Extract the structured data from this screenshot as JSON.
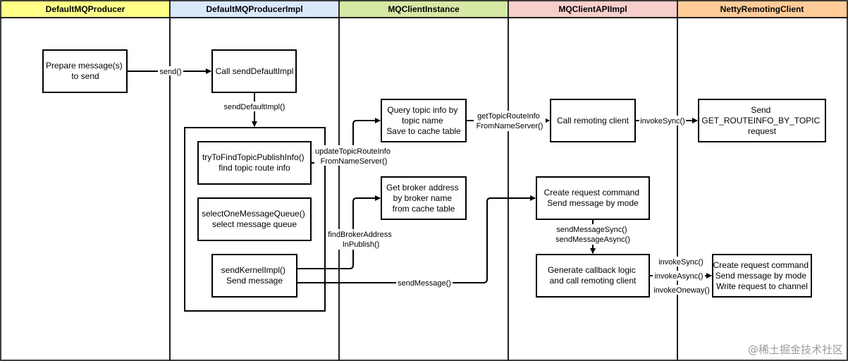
{
  "lanes": [
    {
      "title": "DefaultMQProducer",
      "color": "#ffff88"
    },
    {
      "title": "DefaultMQProducerImpl",
      "color": "#dae8fc"
    },
    {
      "title": "MQClientInstance",
      "color": "#d5e8a4"
    },
    {
      "title": "MQClientAPIImpl",
      "color": "#f8cecc"
    },
    {
      "title": "NettyRemotingClient",
      "color": "#ffcc99"
    }
  ],
  "boxes": {
    "prepare": [
      "Prepare message(s)",
      "to send"
    ],
    "call_send_default": [
      "Call sendDefaultImpl"
    ],
    "try_find": [
      "tryToFindTopicPublishInfo()",
      "find topic route info"
    ],
    "select_queue": [
      "selectOneMessageQueue()",
      "select message queue"
    ],
    "send_kernel": [
      "sendKernelImpl()",
      "Send message"
    ],
    "query_topic": [
      "Query topic info by",
      "topic name",
      "Save to cache table"
    ],
    "get_broker": [
      "Get broker address",
      "by broker name",
      "from cache table"
    ],
    "call_remoting": [
      "Call remoting client"
    ],
    "create_request": [
      "Create request command",
      "Send message by mode"
    ],
    "generate_callback": [
      "Generate callback logic",
      "and call remoting client"
    ],
    "send_getroute": [
      "Send",
      "GET_ROUTEINFO_BY_TOPIC",
      "request"
    ],
    "netty_create": [
      "Create request command",
      "Send message by mode",
      "Write request to channel"
    ]
  },
  "edges": {
    "send": [
      "send()"
    ],
    "send_default_impl": [
      "sendDefaultImpl()"
    ],
    "update_topic": [
      "updateTopicRouteInfo",
      "FromNameServer()"
    ],
    "get_topic_route": [
      "getTopicRouteInfo",
      "FromNameServer()"
    ],
    "invoke_sync_top": [
      "invokeSync()"
    ],
    "find_broker": [
      "findBrokerAddress",
      "InPublish()"
    ],
    "send_message": [
      "sendMessage()"
    ],
    "send_message_sync_async": [
      "sendMessageSync()",
      "sendMessageAsync()"
    ],
    "invoke_sync": [
      "invokeSync()"
    ],
    "invoke_async": [
      "invokeAsync()"
    ],
    "invoke_oneway": [
      "invokeOneway()"
    ]
  },
  "watermark": "@稀土掘金技术社区"
}
